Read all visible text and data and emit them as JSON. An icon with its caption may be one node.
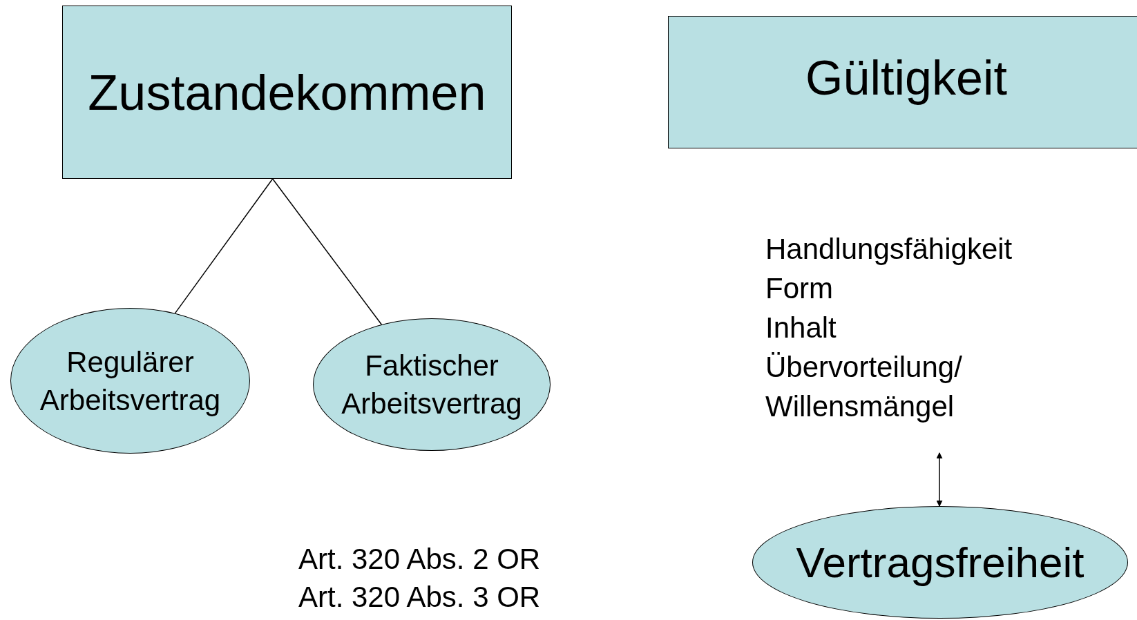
{
  "diagram": {
    "nodes": [
      {
        "text": [
          "Zustandekommen"
        ]
      },
      {
        "text": [
          "Regulärer Arbeitsvertrag"
        ]
      },
      {
        "text": [
          "Faktischer Arbeitsvertrag"
        ]
      },
      {
        "text": [
          "Gültigkeit"
        ]
      },
      {
        "text": [
          "Handlungsfähigkeit",
          "Form",
          "Inhalt",
          "Übervorteilung/ Willensmängel"
        ]
      },
      {
        "text": [
          "Vertragsfreiheit"
        ]
      }
    ],
    "edges": [
      {
        "from": 0,
        "to": 1,
        "arrow": "none"
      },
      {
        "from": 0,
        "to": 2,
        "arrow": "none"
      },
      {
        "from": 4,
        "to": 5,
        "arrow": "both"
      }
    ],
    "labels": [
      "Art. 320 Abs. 2 OR",
      "Art. 320 Abs. 3 OR"
    ]
  }
}
